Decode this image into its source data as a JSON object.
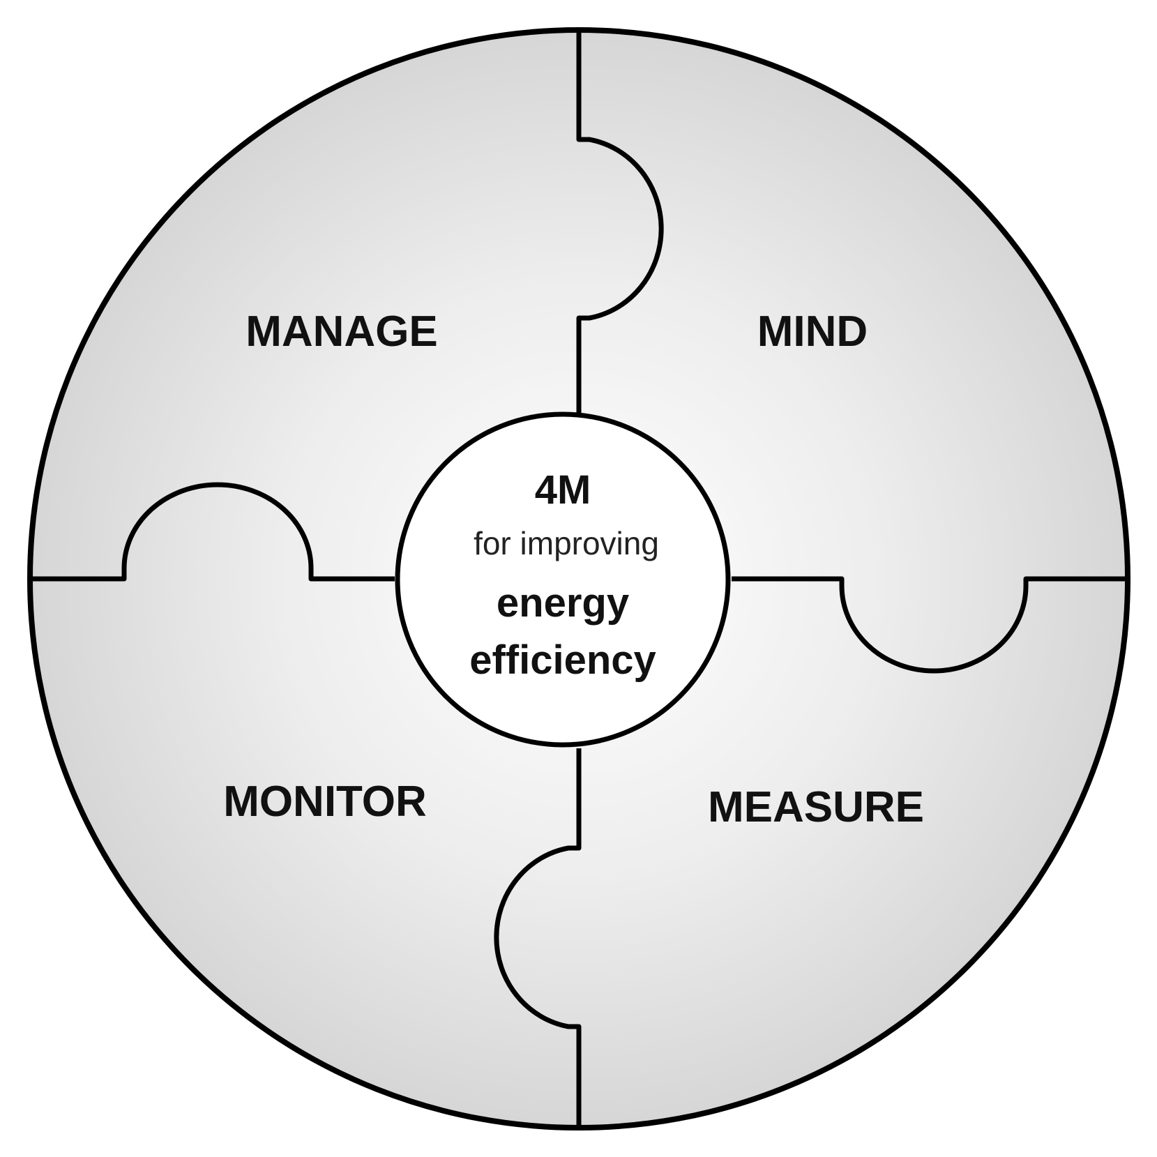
{
  "pieces": {
    "top_left": "MANAGE",
    "top_right": "MIND",
    "bottom_left": "MONITOR",
    "bottom_right": "MEASURE"
  },
  "center": {
    "line1": "4M",
    "line2": "for improving",
    "line3": "energy",
    "line4": "efficiency"
  },
  "colors": {
    "piece_fill_light": "#ffffff",
    "piece_fill_dark": "#d9d9d9",
    "outline": "#000000",
    "text": "#111111"
  }
}
